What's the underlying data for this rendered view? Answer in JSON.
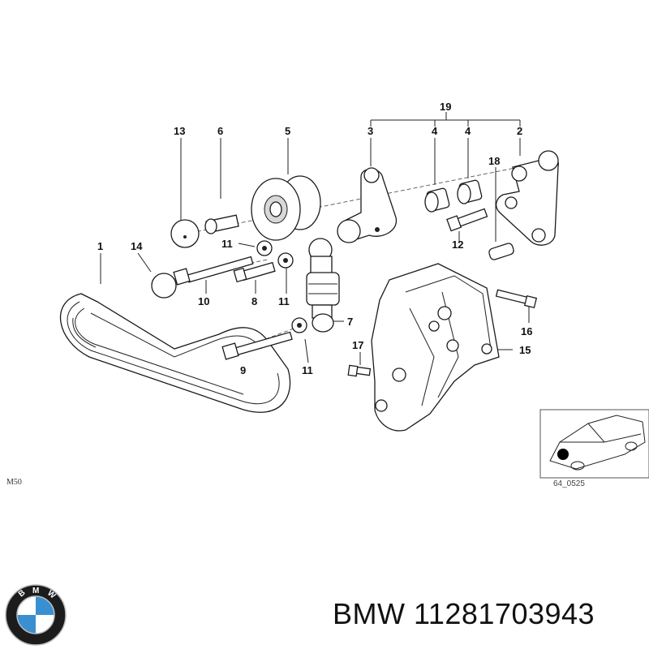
{
  "diagram": {
    "engine_code": "M50",
    "reference": "64_0525",
    "callouts": [
      {
        "id": "c19",
        "label": "19"
      },
      {
        "id": "c13",
        "label": "13"
      },
      {
        "id": "c6",
        "label": "6"
      },
      {
        "id": "c5",
        "label": "5"
      },
      {
        "id": "c3",
        "label": "3"
      },
      {
        "id": "c4a",
        "label": "4"
      },
      {
        "id": "c4b",
        "label": "4"
      },
      {
        "id": "c2",
        "label": "2"
      },
      {
        "id": "c18",
        "label": "18"
      },
      {
        "id": "c1",
        "label": "1"
      },
      {
        "id": "c14",
        "label": "14"
      },
      {
        "id": "c11a",
        "label": "11"
      },
      {
        "id": "c12",
        "label": "12"
      },
      {
        "id": "c10",
        "label": "10"
      },
      {
        "id": "c8",
        "label": "8"
      },
      {
        "id": "c11b",
        "label": "11"
      },
      {
        "id": "c7",
        "label": "7"
      },
      {
        "id": "c16",
        "label": "16"
      },
      {
        "id": "c17",
        "label": "17"
      },
      {
        "id": "c15",
        "label": "15"
      },
      {
        "id": "c9",
        "label": "9"
      },
      {
        "id": "c11c",
        "label": "11"
      }
    ]
  },
  "caption": {
    "brand": "BMW",
    "part_number": "11281703943",
    "text": "BMW 11281703943"
  },
  "logo": {
    "icon": "bmw-roundel-icon",
    "lettering": "BMW",
    "colors": {
      "ring": "#1c1c1c",
      "blue": "#3a8fd0",
      "white": "#ffffff",
      "silver": "#b8bcc0"
    }
  }
}
